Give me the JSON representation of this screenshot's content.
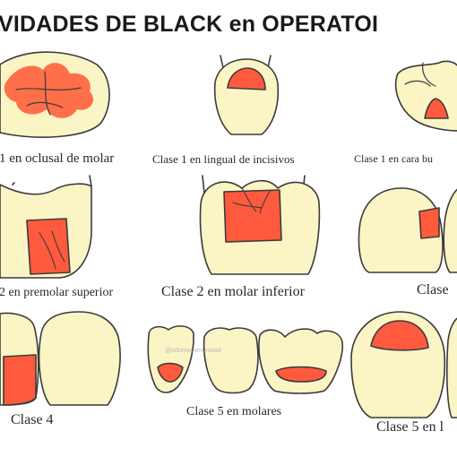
{
  "title": "VIDADES DE BLACK en OPERATOI",
  "watermark": "@odontocomunidad",
  "colors": {
    "tooth": "#fbf4c4",
    "outline": "#3b3b3b",
    "lesion": "#ff5a3d"
  },
  "captions": [
    "1 en oclusal de molar",
    "Clase 1 en lingual de incisivos",
    "Clase 1 en cara bu",
    "2 en premolar superior",
    "Clase 2 en molar inferior",
    "Clase",
    "Clase 4",
    "Clase 5 en molares",
    "Clase 5 en l"
  ]
}
